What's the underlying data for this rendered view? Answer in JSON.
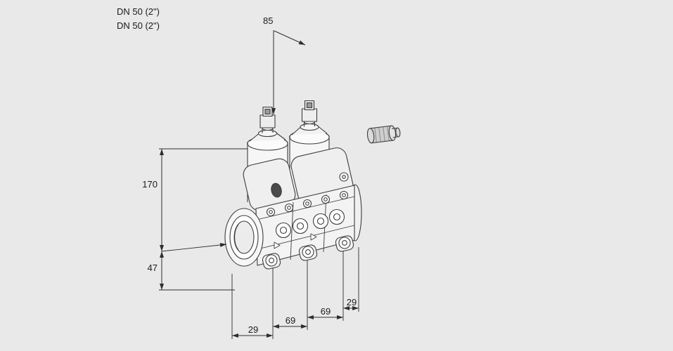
{
  "page": {
    "background_color": "#e9e9e9",
    "line_color": "#3d3d3d",
    "dimension_color": "#2e2e2e",
    "text_color": "#1a1a1a"
  },
  "callouts": {
    "port_label_1": "DN 50 (2\")",
    "port_label_2": "DN 50 (2\")"
  },
  "dimensions": {
    "solenoid_spacing": "85",
    "body_height": "170",
    "flange_height": "47",
    "bottom_offset_left": "29",
    "bottom_spacing_left": "69",
    "bottom_spacing_right": "69",
    "bottom_offset_right": "29"
  },
  "drawing_parts": {
    "left_solenoid": "solenoid-actuator-left",
    "right_solenoid": "solenoid-actuator-right",
    "valve_body": "double-solenoid-valve-body",
    "inlet_flange": "flange-port",
    "plug": "cylindrical-fitting"
  }
}
